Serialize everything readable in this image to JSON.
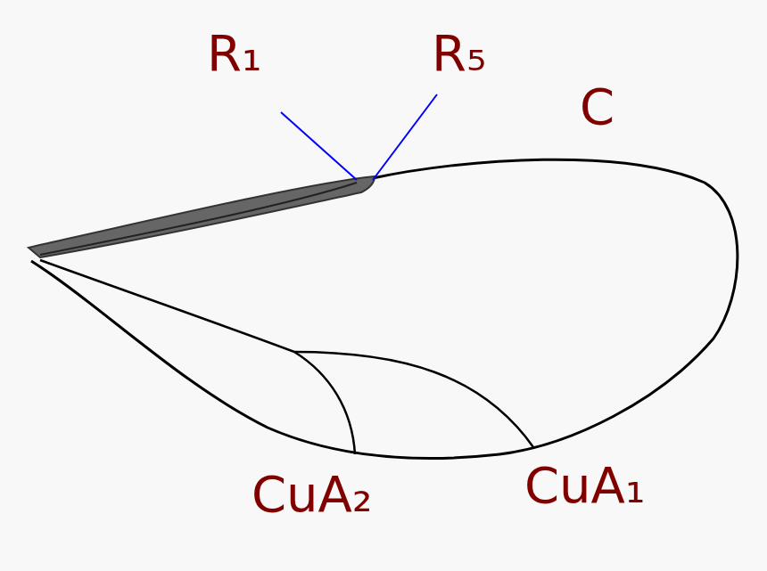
{
  "diagram": {
    "labels": [
      "R₁",
      "R₅",
      "C",
      "CuA₂",
      "CuA₁"
    ]
  }
}
